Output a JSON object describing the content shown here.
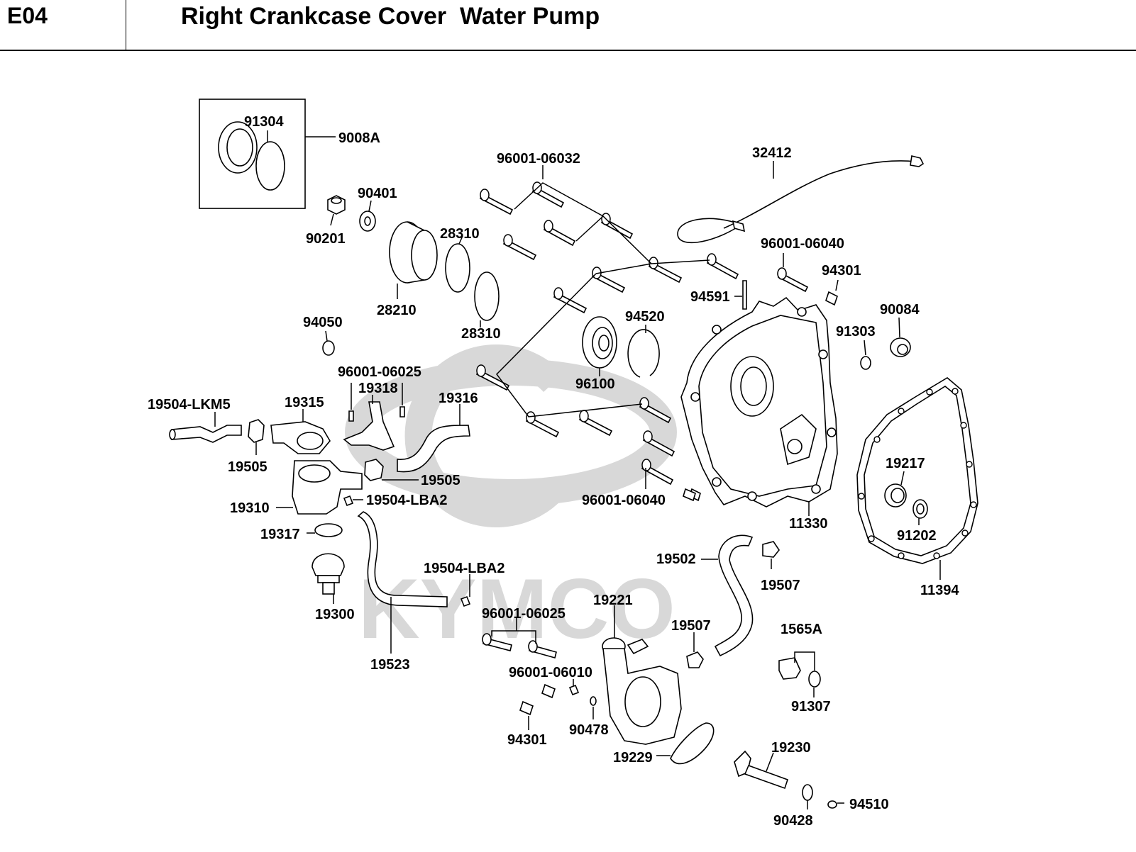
{
  "header": {
    "code": "E04",
    "title": "Right Crankcase Cover  Water Pump"
  },
  "watermark": {
    "text": "KYMCO"
  },
  "labels": {
    "p91304": "91304",
    "p9008A": "9008A",
    "p90401": "90401",
    "p90201": "90201",
    "p28310a": "28310",
    "p28310b": "28310",
    "p28210": "28210",
    "p96001_06032": "96001-06032",
    "p32412": "32412",
    "p96001_06040a": "96001-06040",
    "p94301a": "94301",
    "p94591": "94591",
    "p94520": "94520",
    "p90084": "90084",
    "p91303": "91303",
    "p94050": "94050",
    "p96100": "96100",
    "p96001_06025a": "96001-06025",
    "p19318": "19318",
    "p19504_LKM5": "19504-LKM5",
    "p19315": "19315",
    "p19316": "19316",
    "p19505a": "19505",
    "p19505b": "19505",
    "p19504_LBA2a": "19504-LBA2",
    "p19310": "19310",
    "p19317": "19317",
    "p19300": "19300",
    "p19523": "19523",
    "p19504_LBA2b": "19504-LBA2",
    "p96001_06040b": "96001-06040",
    "p11330": "11330",
    "p19217": "19217",
    "p91202": "91202",
    "p11394": "11394",
    "p19502": "19502",
    "p19507a": "19507",
    "p19221": "19221",
    "p96001_06025b": "96001-06025",
    "p19507b": "19507",
    "p1565A": "1565A",
    "p96001_06010": "96001-06010",
    "p91307": "91307",
    "p94301b": "94301",
    "p90478": "90478",
    "p19229": "19229",
    "p19230": "19230",
    "p90428": "90428",
    "p94510": "94510"
  }
}
